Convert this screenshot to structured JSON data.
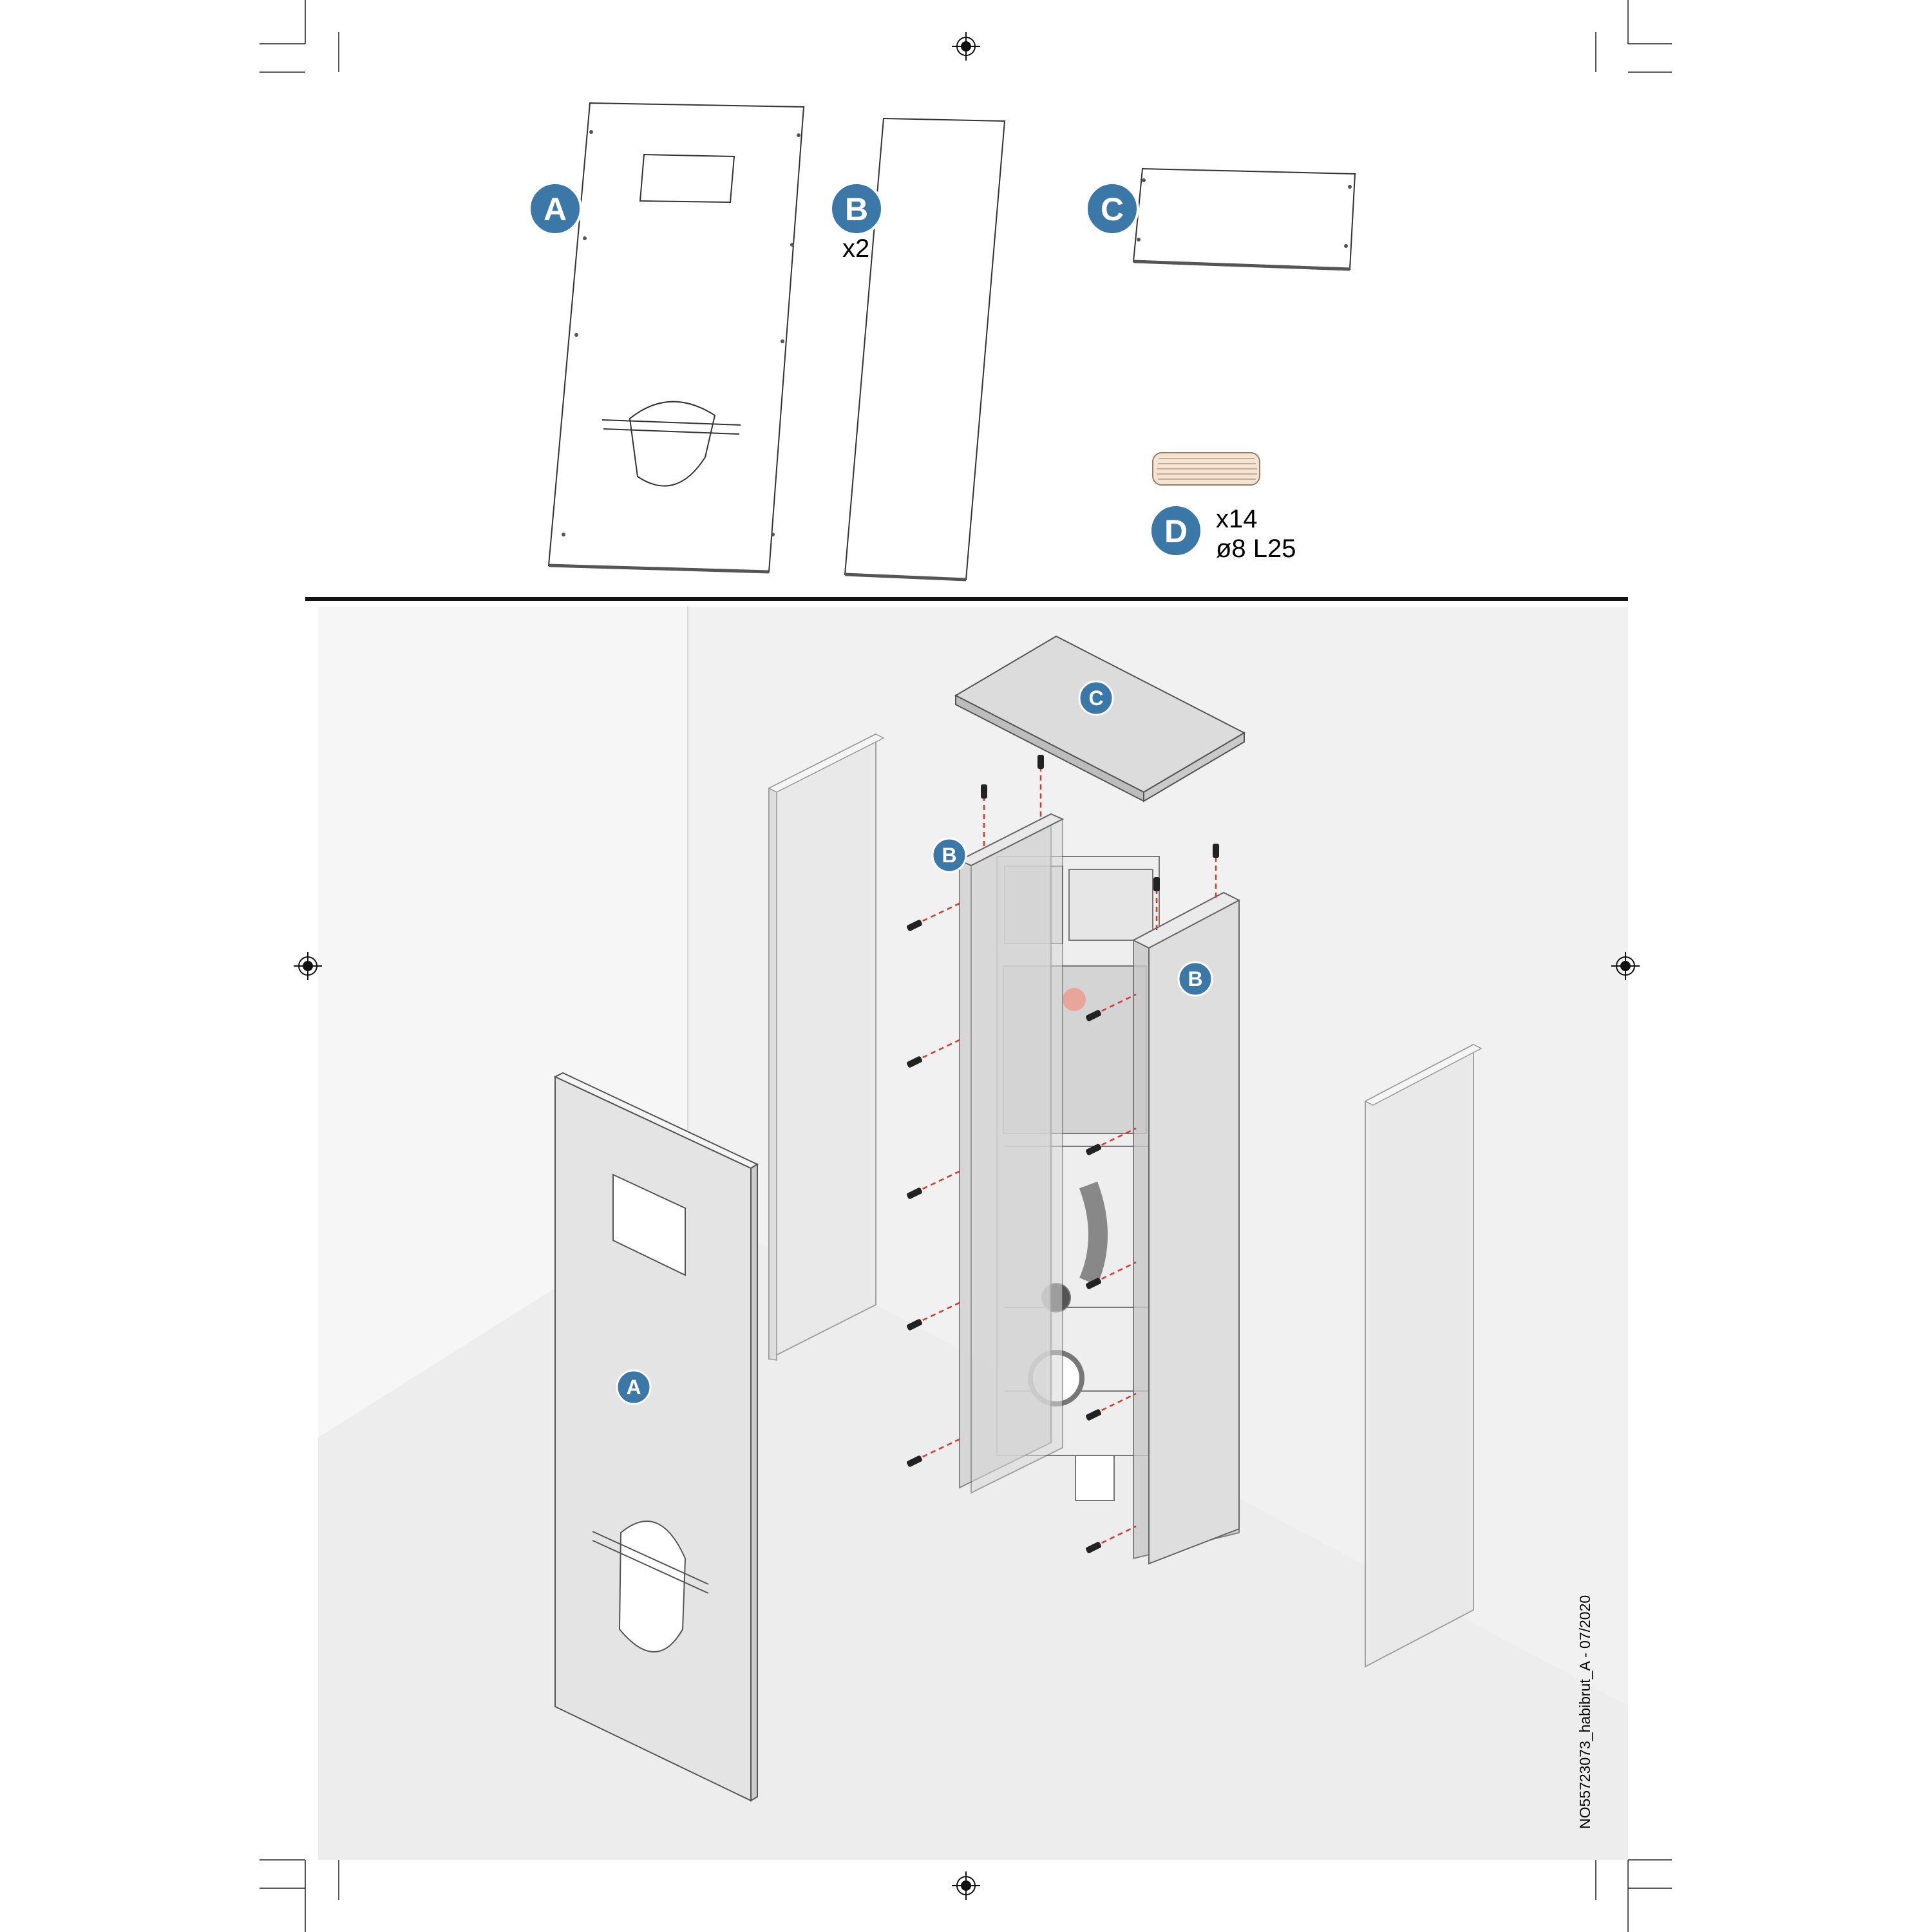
{
  "parts": {
    "a": {
      "letter": "A"
    },
    "b": {
      "letter": "B",
      "quantity": "x2"
    },
    "c": {
      "letter": "C"
    },
    "d": {
      "letter": "D",
      "quantity": "x14",
      "spec": "ø8 L25"
    }
  },
  "assembly": {
    "labels": {
      "a": "A",
      "b_left": "B",
      "b_right": "B",
      "c": "C"
    }
  },
  "document_ref": "NO55723073_habibrut_A - 07/2020",
  "colors": {
    "badge": "#3b78a8",
    "panel_fill": "#e4e4e4",
    "room_fill": "#f1f1f1",
    "dashed_leader": "#d83a2a",
    "line": "#333333"
  }
}
